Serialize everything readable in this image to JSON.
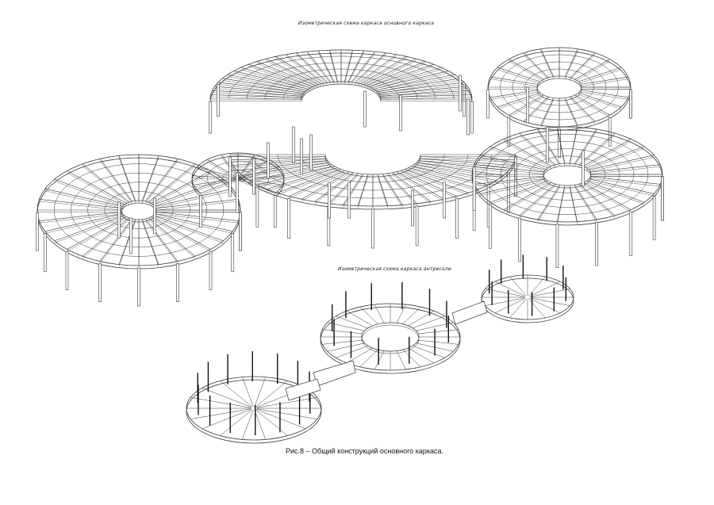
{
  "labels": {
    "main_frame_title": "Изометрическая схема каркаса основного каркаса",
    "mezzanine_title": "Изометрическая схема каркаса антресоли",
    "figure_caption": "Рис.8 – Общий конструкций основного каркаса."
  },
  "colors": {
    "line": "#3a3a3a",
    "beam_fill": "#ffffff",
    "background": "#ffffff"
  }
}
